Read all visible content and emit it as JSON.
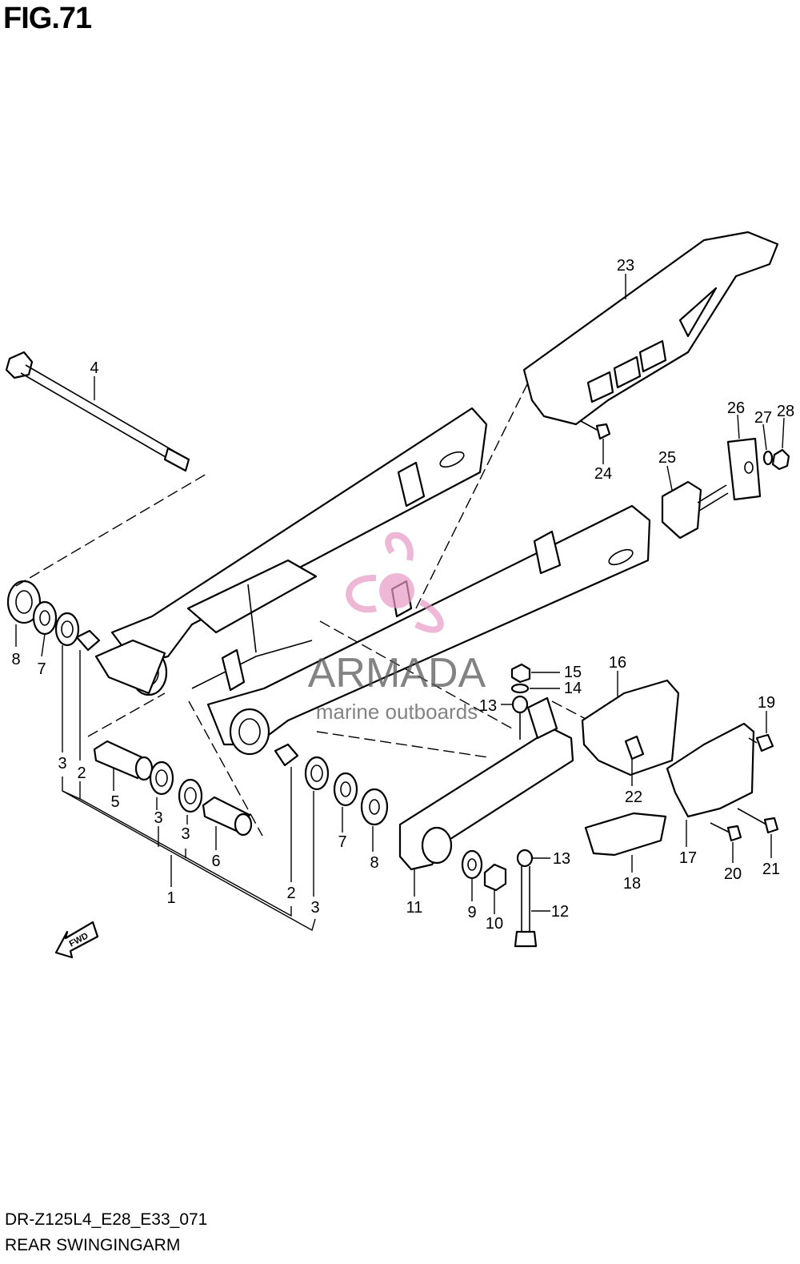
{
  "figure_title": "FIG.71",
  "footer": {
    "code": "DR-Z125L4_E28_E33_071",
    "name": "REAR SWINGINGARM"
  },
  "direction_arrow": "FWD",
  "watermark": {
    "brand": "ARMADA",
    "tagline": "marine outboards",
    "logo_color": "#e89ac4"
  },
  "callouts": [
    {
      "id": "c1",
      "label": "1"
    },
    {
      "id": "c2a",
      "label": "2"
    },
    {
      "id": "c2b",
      "label": "2"
    },
    {
      "id": "c3a",
      "label": "3"
    },
    {
      "id": "c3b",
      "label": "3"
    },
    {
      "id": "c3c",
      "label": "3"
    },
    {
      "id": "c3d",
      "label": "3"
    },
    {
      "id": "c4",
      "label": "4"
    },
    {
      "id": "c5",
      "label": "5"
    },
    {
      "id": "c6",
      "label": "6"
    },
    {
      "id": "c7a",
      "label": "7"
    },
    {
      "id": "c7b",
      "label": "7"
    },
    {
      "id": "c8a",
      "label": "8"
    },
    {
      "id": "c8b",
      "label": "8"
    },
    {
      "id": "c9",
      "label": "9"
    },
    {
      "id": "c10",
      "label": "10"
    },
    {
      "id": "c11",
      "label": "11"
    },
    {
      "id": "c12",
      "label": "12"
    },
    {
      "id": "c13a",
      "label": "13"
    },
    {
      "id": "c13b",
      "label": "13"
    },
    {
      "id": "c14",
      "label": "14"
    },
    {
      "id": "c15",
      "label": "15"
    },
    {
      "id": "c16",
      "label": "16"
    },
    {
      "id": "c17",
      "label": "17"
    },
    {
      "id": "c18",
      "label": "18"
    },
    {
      "id": "c19",
      "label": "19"
    },
    {
      "id": "c20",
      "label": "20"
    },
    {
      "id": "c21",
      "label": "21"
    },
    {
      "id": "c22",
      "label": "22"
    },
    {
      "id": "c23",
      "label": "23"
    },
    {
      "id": "c24",
      "label": "24"
    },
    {
      "id": "c25",
      "label": "25"
    },
    {
      "id": "c26",
      "label": "26"
    },
    {
      "id": "c27",
      "label": "27"
    },
    {
      "id": "c28",
      "label": "28"
    }
  ]
}
